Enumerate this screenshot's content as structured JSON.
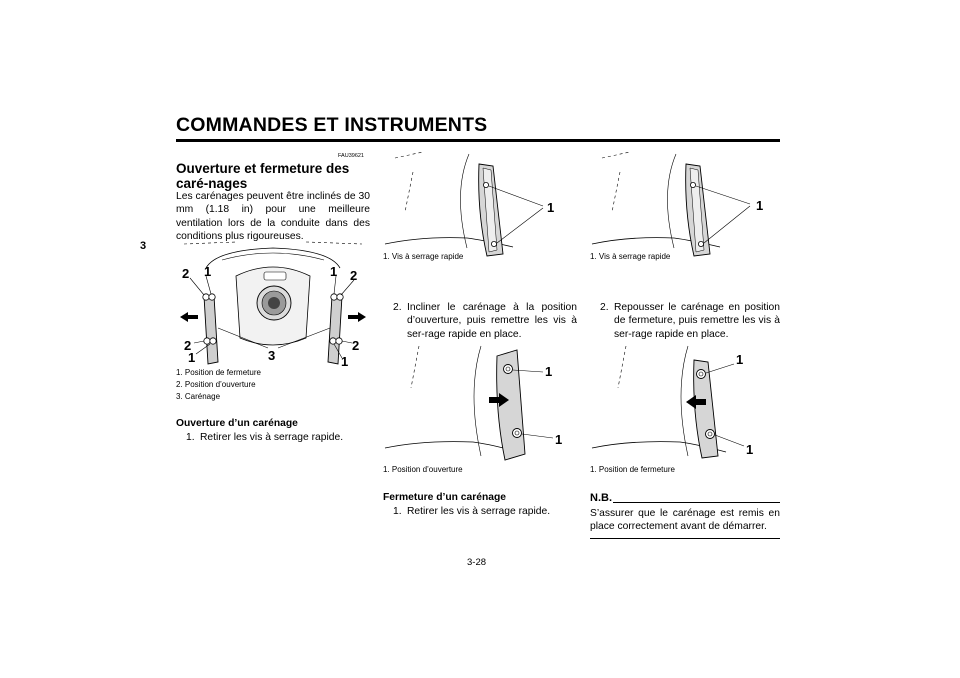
{
  "header": {
    "title": "COMMANDES ET INSTRUMENTS",
    "chapter": "3"
  },
  "section": {
    "code": "FAU39621",
    "title": "Ouverture et fermeture des caré-nages",
    "intro": "Les carénages peuvent être inclinés de 30 mm (1.18 in) pour une meilleure ventilation lors de la conduite dans des conditions plus rigoureuses."
  },
  "figure_main": {
    "callouts": [
      "2",
      "1",
      "1",
      "2",
      "2",
      "1",
      "3",
      "2",
      "1"
    ],
    "captions": [
      "1. Position de fermeture",
      "2. Position d’ouverture",
      "3. Carénage"
    ]
  },
  "opening": {
    "heading": "Ouverture d’un carénage",
    "step1_num": "1.",
    "step1": "Retirer les vis à serrage rapide.",
    "fig1_callout": "1",
    "fig1_caption": "1. Vis à serrage rapide",
    "step2_num": "2.",
    "step2": "Incliner le carénage à la position d’ouverture, puis remettre les vis à ser-rage rapide en place.",
    "fig2_callouts": [
      "1",
      "1"
    ],
    "fig2_caption": "1. Position d’ouverture"
  },
  "closing": {
    "heading": "Fermeture d’un carénage",
    "step1_num": "1.",
    "step1": "Retirer les vis à serrage rapide.",
    "fig1_callout": "1",
    "fig1_caption": "1. Vis à serrage rapide",
    "step2_num": "2.",
    "step2": "Repousser le carénage en position de fermeture, puis remettre les vis à ser-rage rapide en place.",
    "fig2_callouts": [
      "1",
      "1"
    ],
    "fig2_caption": "1. Position de fermeture"
  },
  "note": {
    "label": "N.B.",
    "text": "S’assurer que le carénage est remis en place correctement avant de démarrer."
  },
  "footer": {
    "page_number": "3-28"
  }
}
